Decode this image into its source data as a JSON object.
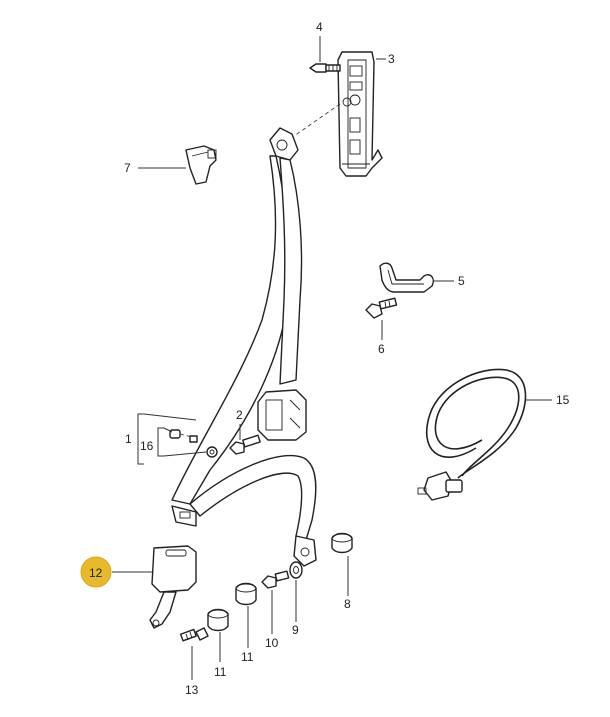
{
  "callouts": {
    "c1": "1",
    "c2": "2",
    "c3": "3",
    "c4": "4",
    "c5": "5",
    "c6": "6",
    "c7": "7",
    "c8": "8",
    "c9": "9",
    "c10": "10",
    "c11a": "11",
    "c11b": "11",
    "c12": "12",
    "c13": "13",
    "c15": "15",
    "c16": "16"
  },
  "colors": {
    "highlight": "#e8b92a",
    "line": "#222222"
  },
  "icons": {
    "highlight-marker": "filled-circle"
  }
}
